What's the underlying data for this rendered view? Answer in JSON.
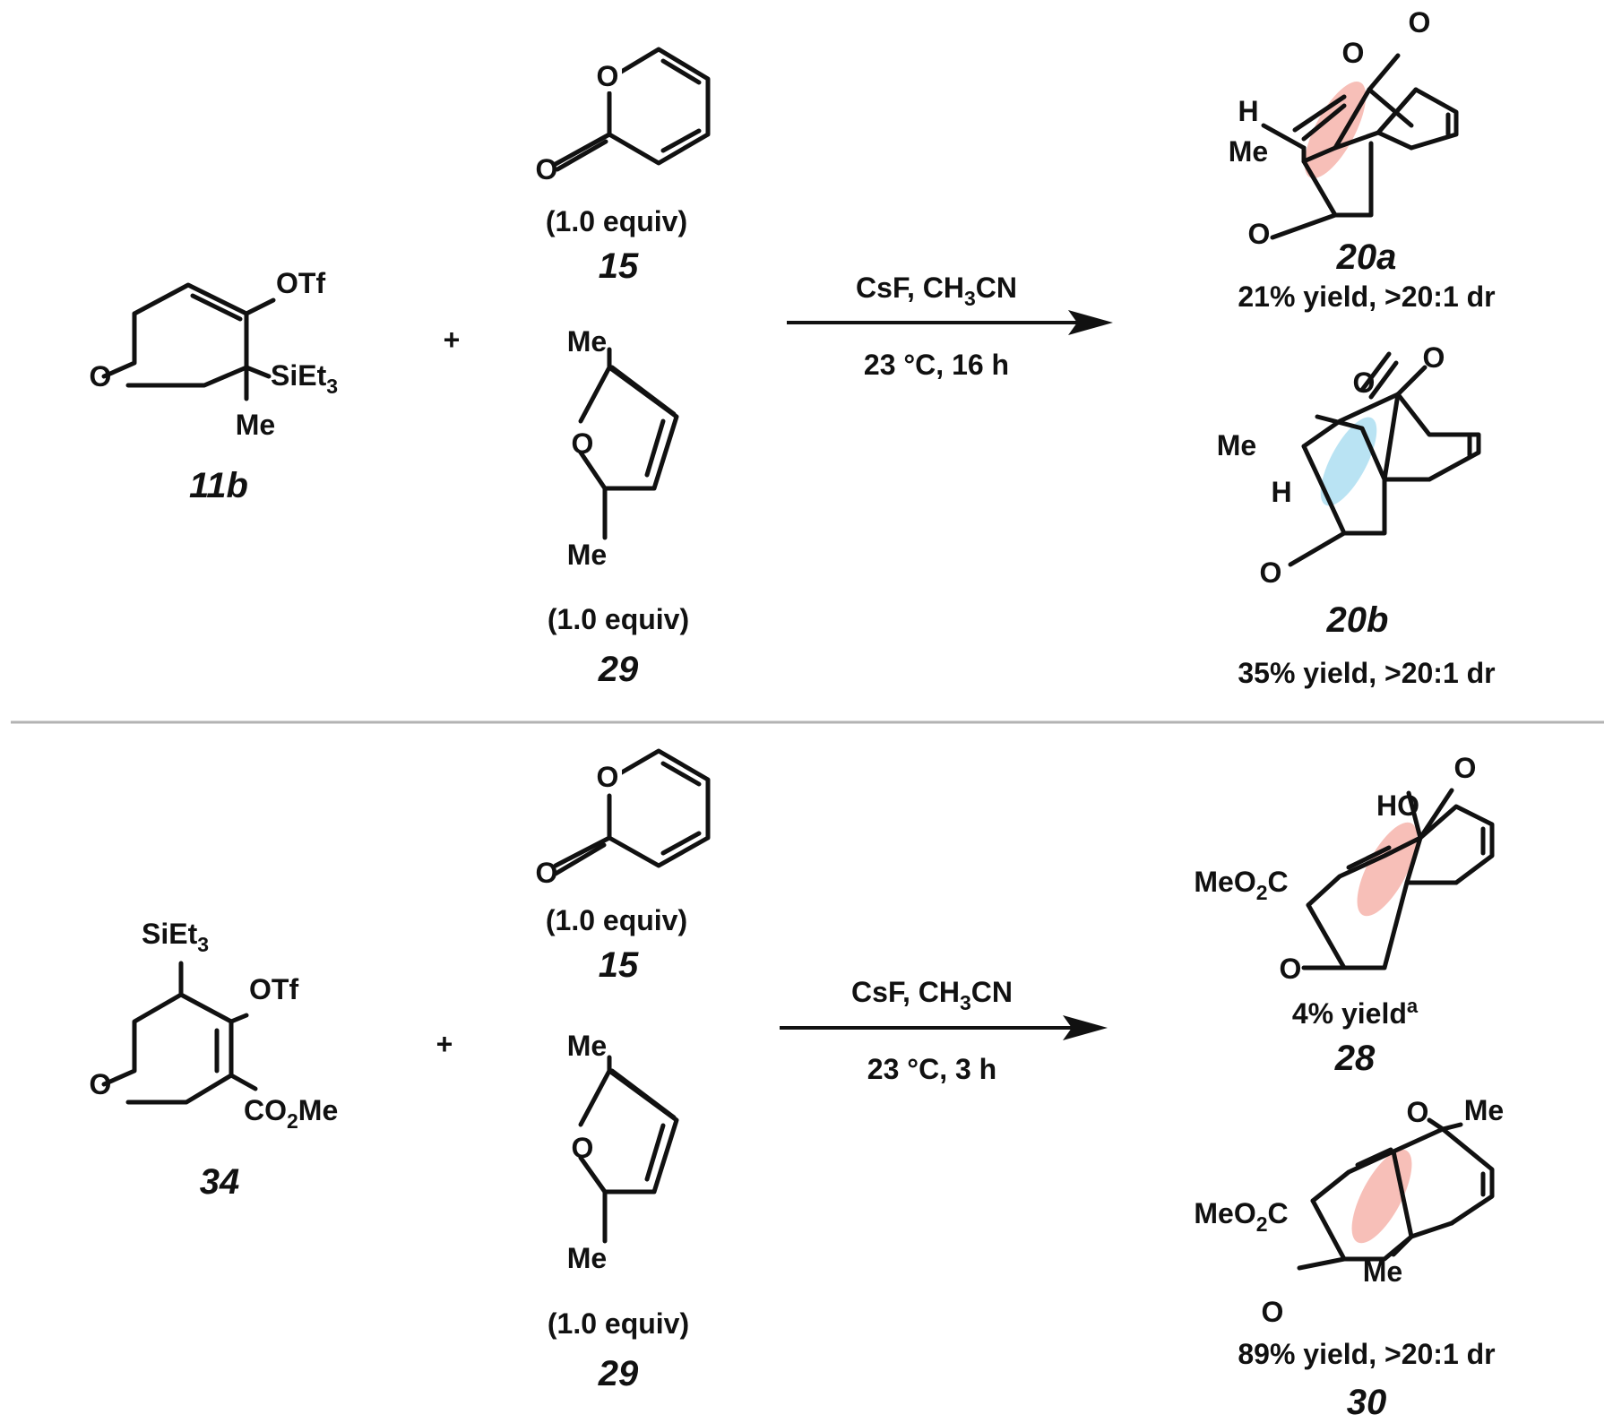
{
  "schemes": [
    {
      "reactant": {
        "id": "11b",
        "substituents": [
          "OTf",
          "SiEt3",
          "Me"
        ],
        "ring_O": "O"
      },
      "plus": "+",
      "partner1": {
        "id": "15",
        "equiv": "(1.0 equiv)",
        "atoms": [
          "O",
          "O"
        ]
      },
      "partner2": {
        "id": "29",
        "equiv": "(1.0 equiv)",
        "atoms": [
          "Me",
          "O",
          "Me"
        ]
      },
      "conditions": {
        "line1_main": "CsF, CH",
        "line1_sub": "3",
        "line1_end": "CN",
        "line2": "23 °C, 16 h"
      },
      "products": [
        {
          "id": "20a",
          "yield": "21% yield, >20:1 dr",
          "atoms": [
            "O",
            "O",
            "H",
            "Me",
            "O"
          ],
          "highlight": "#f4a9a0"
        },
        {
          "id": "20b",
          "yield": "35% yield, >20:1 dr",
          "atoms": [
            "O",
            "O",
            "Me",
            "H",
            "O"
          ],
          "highlight": "#a8dcf0"
        }
      ]
    },
    {
      "reactant": {
        "id": "34",
        "substituents": [
          "SiEt3",
          "OTf",
          "CO2Me"
        ],
        "ring_O": "O"
      },
      "plus": "+",
      "partner1": {
        "id": "15",
        "equiv": "(1.0 equiv)",
        "atoms": [
          "O",
          "O"
        ]
      },
      "partner2": {
        "id": "29",
        "equiv": "(1.0 equiv)",
        "atoms": [
          "Me",
          "O",
          "Me"
        ]
      },
      "conditions": {
        "line1_main": "CsF, CH",
        "line1_sub": "3",
        "line1_end": "CN",
        "line2": "23 °C, 3 h"
      },
      "products": [
        {
          "id": "28",
          "yield": "4% yield",
          "yield_sup": "a",
          "atoms": [
            "HO",
            "O",
            "MeO2C",
            "O"
          ],
          "highlight": "#f4a9a0"
        },
        {
          "id": "30",
          "yield": "89% yield, >20:1 dr",
          "atoms": [
            "O",
            "Me",
            "MeO2C",
            "Me",
            "O"
          ],
          "highlight": "#f4a9a0"
        }
      ]
    }
  ],
  "divider_color": "#b3b3b3",
  "text_color": "#111111"
}
